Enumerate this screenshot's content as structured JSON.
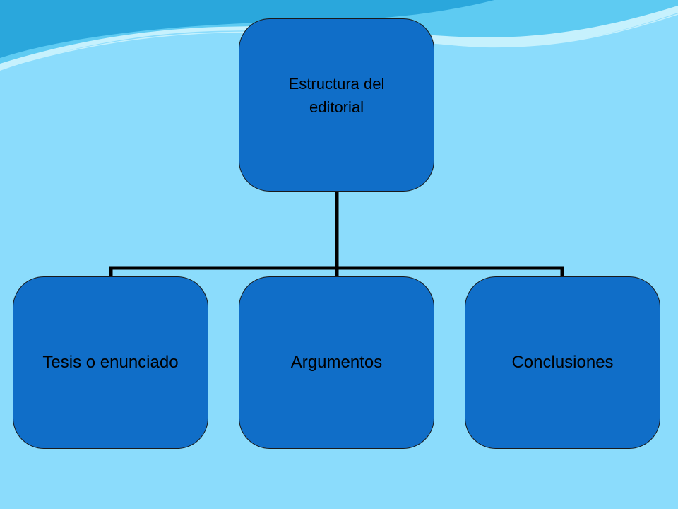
{
  "colors": {
    "background": "#8bdcfc",
    "node_fill": "#106ec8",
    "node_border": "#1a1a1a",
    "connector": "#000000",
    "node_text": "#000000",
    "wave_light": "#c6f1fd",
    "wave_mid": "#5ecbf2",
    "wave_dark": "#2aa7dc"
  },
  "diagram": {
    "type": "hierarchy",
    "root": {
      "label": "Estructura del editorial"
    },
    "children": [
      {
        "label": "Tesis o enunciado"
      },
      {
        "label": "Argumentos"
      },
      {
        "label": "Conclusiones"
      }
    ]
  }
}
